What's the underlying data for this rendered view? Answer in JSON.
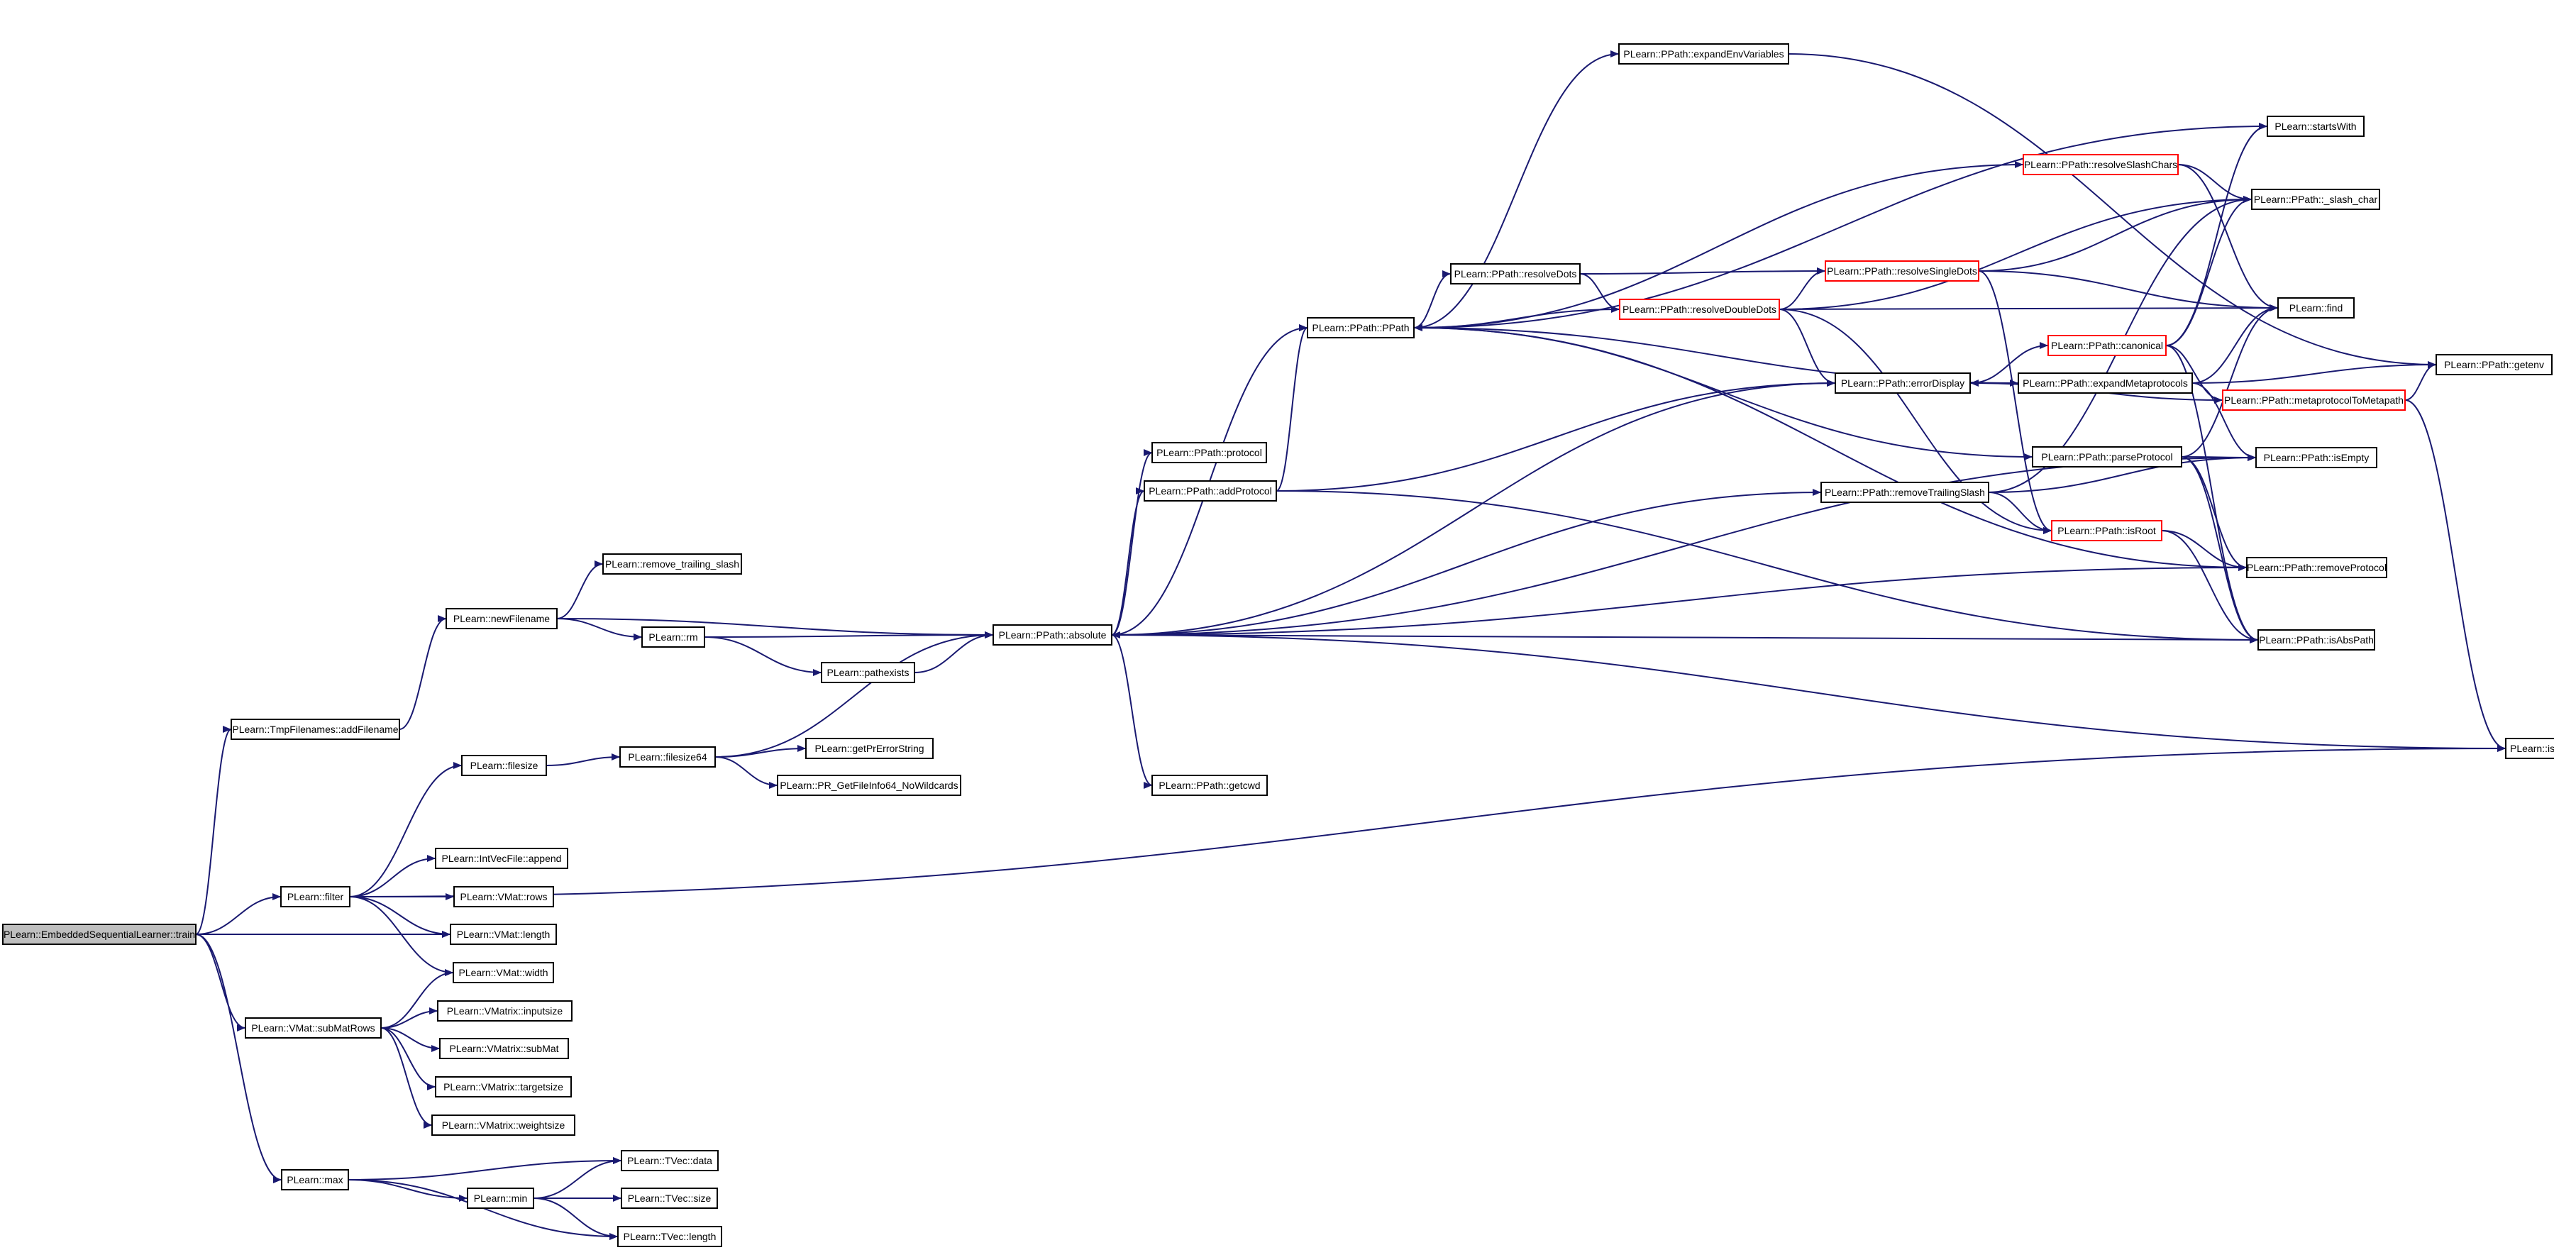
{
  "colors": {
    "edge": "#191970",
    "box_border": "#000000",
    "highlight_border": "#ff0000",
    "root_fill": "#bfbfbf"
  },
  "nodes": [
    {
      "id": "train",
      "label": "PLearn::EmbeddedSequentialLearner::train",
      "root": true
    },
    {
      "id": "addFilename",
      "label": "PLearn::TmpFilenames::addFilename"
    },
    {
      "id": "newFilename",
      "label": "PLearn::newFilename"
    },
    {
      "id": "remove_trailing_slash",
      "label": "PLearn::remove_trailing_slash"
    },
    {
      "id": "rm",
      "label": "PLearn::rm"
    },
    {
      "id": "pathexists",
      "label": "PLearn::pathexists"
    },
    {
      "id": "absolute",
      "label": "PLearn::PPath::absolute"
    },
    {
      "id": "filesize",
      "label": "PLearn::filesize"
    },
    {
      "id": "filesize64",
      "label": "PLearn::filesize64"
    },
    {
      "id": "getPrErrorString",
      "label": "PLearn::getPrErrorString"
    },
    {
      "id": "PR_GetFileInfo64",
      "label": "PLearn::PR_GetFileInfo64_NoWildcards"
    },
    {
      "id": "filter",
      "label": "PLearn::filter"
    },
    {
      "id": "append",
      "label": "PLearn::IntVecFile::append"
    },
    {
      "id": "rows",
      "label": "PLearn::VMat::rows"
    },
    {
      "id": "vmlength",
      "label": "PLearn::VMat::length"
    },
    {
      "id": "vmwidth",
      "label": "PLearn::VMat::width"
    },
    {
      "id": "subMatRows",
      "label": "PLearn::VMat::subMatRows"
    },
    {
      "id": "inputsize",
      "label": "PLearn::VMatrix::inputsize"
    },
    {
      "id": "subMat",
      "label": "PLearn::VMatrix::subMat"
    },
    {
      "id": "targetsize",
      "label": "PLearn::VMatrix::targetsize"
    },
    {
      "id": "weightsize",
      "label": "PLearn::VMatrix::weightsize"
    },
    {
      "id": "max",
      "label": "PLearn::max"
    },
    {
      "id": "min",
      "label": "PLearn::min"
    },
    {
      "id": "tvdata",
      "label": "PLearn::TVec::data"
    },
    {
      "id": "tvsize",
      "label": "PLearn::TVec::size"
    },
    {
      "id": "tvlength",
      "label": "PLearn::TVec::length"
    },
    {
      "id": "protocol",
      "label": "PLearn::PPath::protocol"
    },
    {
      "id": "addProtocol",
      "label": "PLearn::PPath::addProtocol"
    },
    {
      "id": "getcwd",
      "label": "PLearn::PPath::getcwd"
    },
    {
      "id": "PPath",
      "label": "PLearn::PPath::PPath"
    },
    {
      "id": "expandEnvVariables",
      "label": "PLearn::PPath::expandEnvVariables"
    },
    {
      "id": "resolveDots",
      "label": "PLearn::PPath::resolveDots"
    },
    {
      "id": "resolveDoubleDots",
      "label": "PLearn::PPath::resolveDoubleDots",
      "red": true
    },
    {
      "id": "resolveSingleDots",
      "label": "PLearn::PPath::resolveSingleDots",
      "red": true
    },
    {
      "id": "resolveSlashChars",
      "label": "PLearn::PPath::resolveSlashChars",
      "red": true
    },
    {
      "id": "errorDisplay",
      "label": "PLearn::PPath::errorDisplay"
    },
    {
      "id": "removeTrailingSlash",
      "label": "PLearn::PPath::removeTrailingSlash"
    },
    {
      "id": "canonical",
      "label": "PLearn::PPath::canonical",
      "red": true
    },
    {
      "id": "expandMetaprotocols",
      "label": "PLearn::PPath::expandMetaprotocols"
    },
    {
      "id": "metaprotocolToMetapath",
      "label": "PLearn::PPath::metaprotocolToMetapath",
      "red": true
    },
    {
      "id": "parseProtocol",
      "label": "PLearn::PPath::parseProtocol"
    },
    {
      "id": "isRoot",
      "label": "PLearn::PPath::isRoot",
      "red": true
    },
    {
      "id": "startsWith",
      "label": "PLearn::startsWith"
    },
    {
      "id": "slash_char",
      "label": "PLearn::PPath::_slash_char"
    },
    {
      "id": "find",
      "label": "PLearn::find"
    },
    {
      "id": "getenv",
      "label": "PLearn::PPath::getenv"
    },
    {
      "id": "isEmpty",
      "label": "PLearn::PPath::isEmpty"
    },
    {
      "id": "removeProtocol",
      "label": "PLearn::PPath::removeProtocol"
    },
    {
      "id": "isAbsPath",
      "label": "PLearn::PPath::isAbsPath"
    },
    {
      "id": "isfile",
      "label": "PLearn::isfile"
    }
  ],
  "edges": [
    [
      "train",
      "addFilename"
    ],
    [
      "train",
      "filter"
    ],
    [
      "train",
      "vmlength"
    ],
    [
      "train",
      "subMatRows"
    ],
    [
      "train",
      "max"
    ],
    [
      "addFilename",
      "newFilename"
    ],
    [
      "newFilename",
      "remove_trailing_slash"
    ],
    [
      "newFilename",
      "absolute"
    ],
    [
      "newFilename",
      "rm"
    ],
    [
      "rm",
      "absolute"
    ],
    [
      "rm",
      "pathexists"
    ],
    [
      "pathexists",
      "absolute"
    ],
    [
      "filter",
      "filesize"
    ],
    [
      "filter",
      "isfile"
    ],
    [
      "filter",
      "append"
    ],
    [
      "filter",
      "rows"
    ],
    [
      "filter",
      "vmlength"
    ],
    [
      "filter",
      "vmwidth"
    ],
    [
      "filesize",
      "filesize64"
    ],
    [
      "filesize64",
      "absolute"
    ],
    [
      "filesize64",
      "getPrErrorString"
    ],
    [
      "filesize64",
      "PR_GetFileInfo64"
    ],
    [
      "subMatRows",
      "vmwidth"
    ],
    [
      "subMatRows",
      "inputsize"
    ],
    [
      "subMatRows",
      "subMat"
    ],
    [
      "subMatRows",
      "targetsize"
    ],
    [
      "subMatRows",
      "weightsize"
    ],
    [
      "max",
      "tvdata"
    ],
    [
      "max",
      "min"
    ],
    [
      "max",
      "tvlength"
    ],
    [
      "min",
      "tvdata"
    ],
    [
      "min",
      "tvsize"
    ],
    [
      "min",
      "tvlength"
    ],
    [
      "absolute",
      "PPath"
    ],
    [
      "absolute",
      "protocol"
    ],
    [
      "absolute",
      "addProtocol"
    ],
    [
      "absolute",
      "getcwd"
    ],
    [
      "absolute",
      "errorDisplay"
    ],
    [
      "absolute",
      "removeTrailingSlash"
    ],
    [
      "absolute",
      "isEmpty"
    ],
    [
      "absolute",
      "removeProtocol"
    ],
    [
      "absolute",
      "isAbsPath"
    ],
    [
      "addProtocol",
      "PPath"
    ],
    [
      "addProtocol",
      "errorDisplay"
    ],
    [
      "addProtocol",
      "isAbsPath"
    ],
    [
      "PPath",
      "expandEnvVariables"
    ],
    [
      "PPath",
      "startsWith"
    ],
    [
      "PPath",
      "resolveSlashChars"
    ],
    [
      "PPath",
      "resolveDots"
    ],
    [
      "PPath",
      "expandMetaprotocols"
    ],
    [
      "PPath",
      "parseProtocol"
    ],
    [
      "expandEnvVariables",
      "getenv"
    ],
    [
      "resolveDots",
      "resolveSingleDots"
    ],
    [
      "resolveDots",
      "resolveDoubleDots"
    ],
    [
      "resolveDoubleDots",
      "PPath"
    ],
    [
      "resolveDoubleDots",
      "slash_char"
    ],
    [
      "resolveDoubleDots",
      "find"
    ],
    [
      "resolveDoubleDots",
      "errorDisplay"
    ],
    [
      "resolveDoubleDots",
      "resolveSingleDots"
    ],
    [
      "resolveDoubleDots",
      "isRoot"
    ],
    [
      "resolveSingleDots",
      "slash_char"
    ],
    [
      "resolveSingleDots",
      "find"
    ],
    [
      "resolveSingleDots",
      "isRoot"
    ],
    [
      "resolveSlashChars",
      "slash_char"
    ],
    [
      "resolveSlashChars",
      "find"
    ],
    [
      "errorDisplay",
      "canonical"
    ],
    [
      "canonical",
      "startsWith"
    ],
    [
      "canonical",
      "slash_char"
    ],
    [
      "canonical",
      "metaprotocolToMetapath"
    ],
    [
      "canonical",
      "isAbsPath"
    ],
    [
      "expandMetaprotocols",
      "find"
    ],
    [
      "expandMetaprotocols",
      "getenv"
    ],
    [
      "expandMetaprotocols",
      "isEmpty"
    ],
    [
      "metaprotocolToMetapath",
      "errorDisplay"
    ],
    [
      "metaprotocolToMetapath",
      "getenv"
    ],
    [
      "metaprotocolToMetapath",
      "isfile"
    ],
    [
      "parseProtocol",
      "find"
    ],
    [
      "parseProtocol",
      "isEmpty"
    ],
    [
      "parseProtocol",
      "removeProtocol"
    ],
    [
      "parseProtocol",
      "isAbsPath"
    ],
    [
      "removeTrailingSlash",
      "slash_char"
    ],
    [
      "removeTrailingSlash",
      "isEmpty"
    ],
    [
      "removeTrailingSlash",
      "isRoot"
    ],
    [
      "isRoot",
      "removeProtocol"
    ],
    [
      "isRoot",
      "isAbsPath"
    ],
    [
      "removeProtocol",
      "PPath"
    ],
    [
      "isfile",
      "absolute"
    ]
  ]
}
